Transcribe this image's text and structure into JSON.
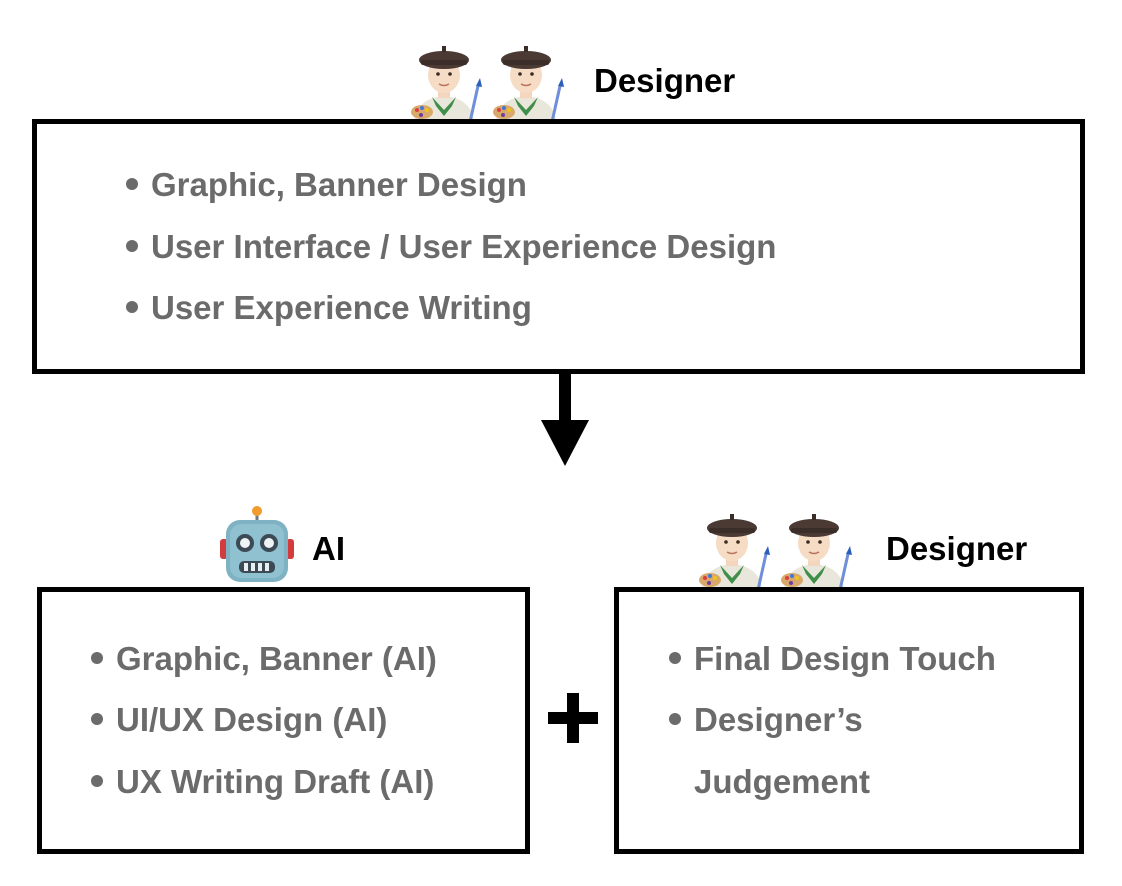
{
  "top": {
    "title": "Designer",
    "icon": "artist-pair-icon",
    "items": [
      "Graphic, Banner Design",
      "User Interface / User Experience Design",
      "User Experience Writing"
    ]
  },
  "connector": {
    "icon": "down-arrow-icon"
  },
  "ai": {
    "title": "AI",
    "icon": "robot-icon",
    "items": [
      "Graphic, Banner (AI)",
      "UI/UX Design (AI)",
      "UX Writing Draft (AI)"
    ]
  },
  "operator": {
    "icon": "plus-icon"
  },
  "designer_final": {
    "title": "Designer",
    "icon": "artist-pair-icon",
    "items": [
      "Final Design Touch",
      "Designer’s"
    ],
    "continuation": "Judgement"
  },
  "colors": {
    "border": "#000000",
    "text": "#6b6b6b",
    "title": "#000000"
  }
}
